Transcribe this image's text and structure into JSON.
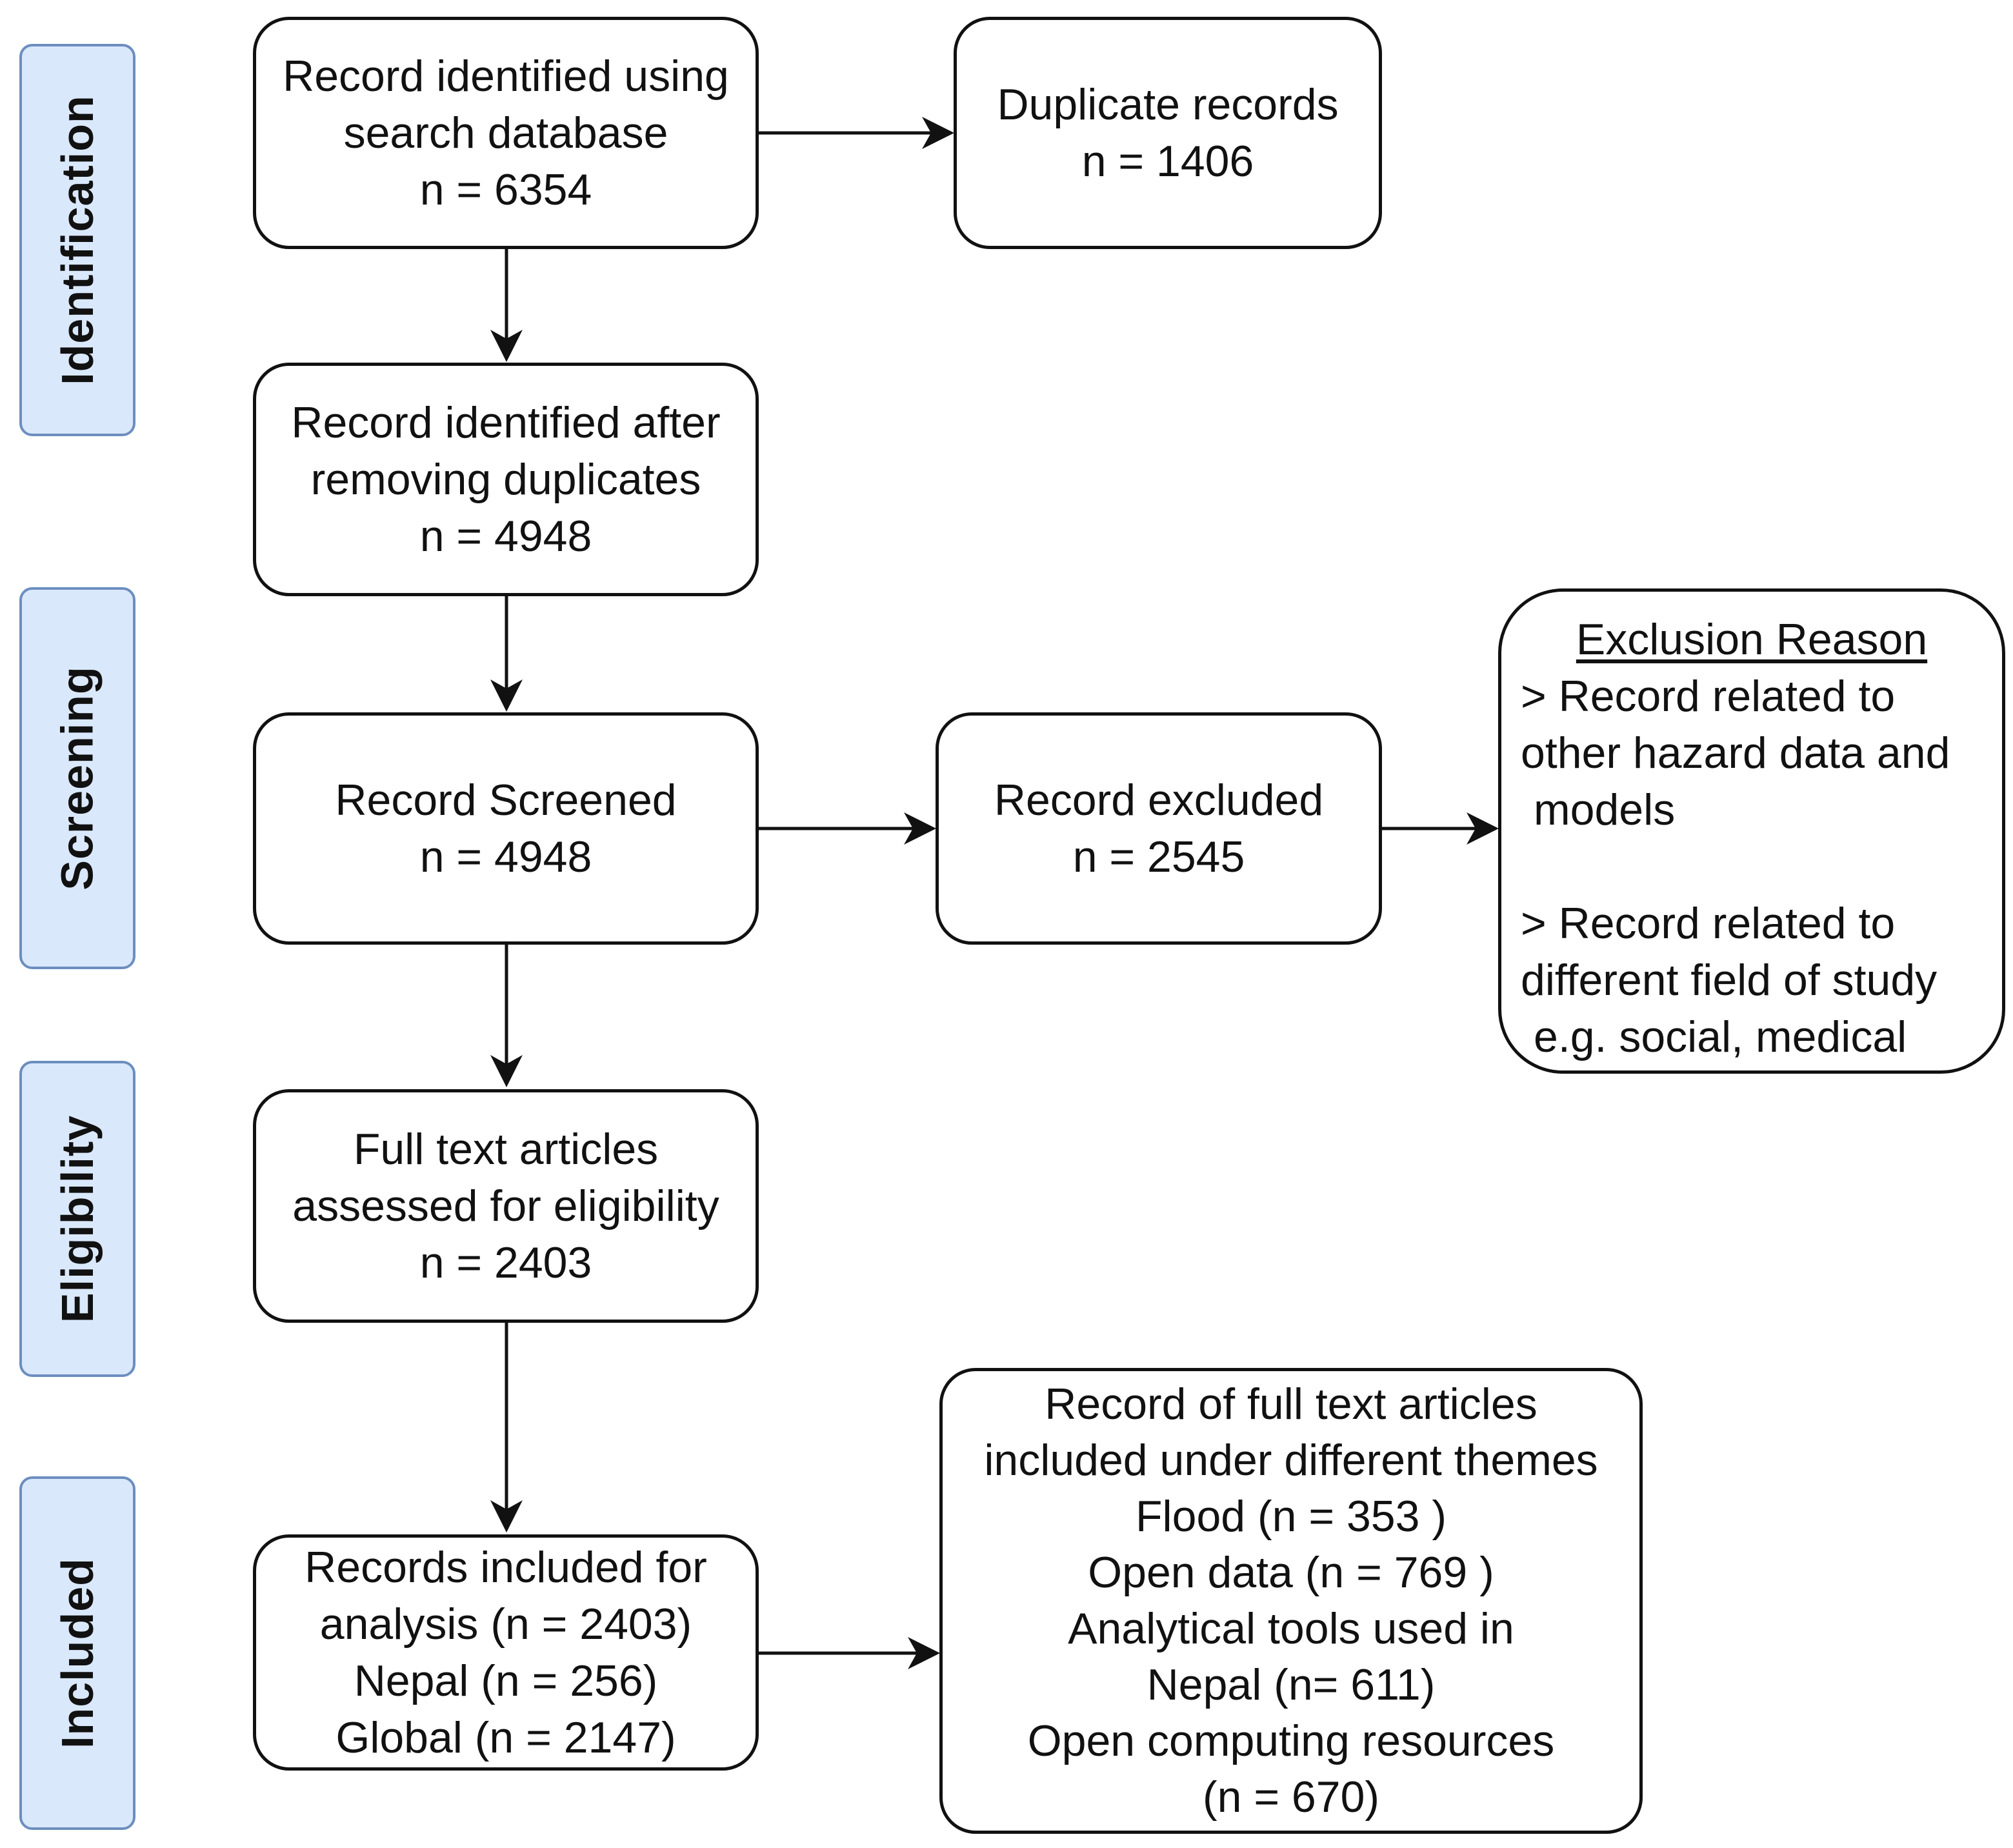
{
  "stages": {
    "identification": "Identification",
    "screening": "Screening",
    "eligibility": "Eligibility",
    "included": "Included"
  },
  "boxes": {
    "identified": [
      "Record identified using",
      "search database",
      "n = 6354"
    ],
    "duplicates": [
      "Duplicate records",
      "n = 1406"
    ],
    "after_dedup": [
      "Record identified after",
      "removing duplicates",
      "n = 4948"
    ],
    "screened": [
      "Record Screened",
      "n = 4948"
    ],
    "excluded": [
      "Record excluded",
      "n = 2545"
    ],
    "eligibility": [
      "Full text articles",
      "assessed for eligibility",
      "n = 2403"
    ],
    "included": [
      "Records included for",
      "analysis (n = 2403)",
      "Nepal (n = 256)",
      "Global (n = 2147)"
    ],
    "themes": [
      "Record of full text articles",
      "included under different themes",
      "Flood (n = 353 )",
      "Open data (n = 769 )",
      "Analytical tools used in",
      "Nepal (n= 611)",
      "Open computing resources",
      "(n = 670)"
    ]
  },
  "exclusion_reasons": {
    "heading": "Exclusion Reason",
    "reason_1": [
      "> Record related to",
      "other hazard data and",
      "models"
    ],
    "reason_2": [
      "> Record related to",
      "different field of study",
      "e.g. social, medical"
    ]
  },
  "colors": {
    "stage_fill": "#dae8fc",
    "stage_border": "#6c8ebf",
    "box_border": "#111111",
    "arrow": "#111111"
  }
}
